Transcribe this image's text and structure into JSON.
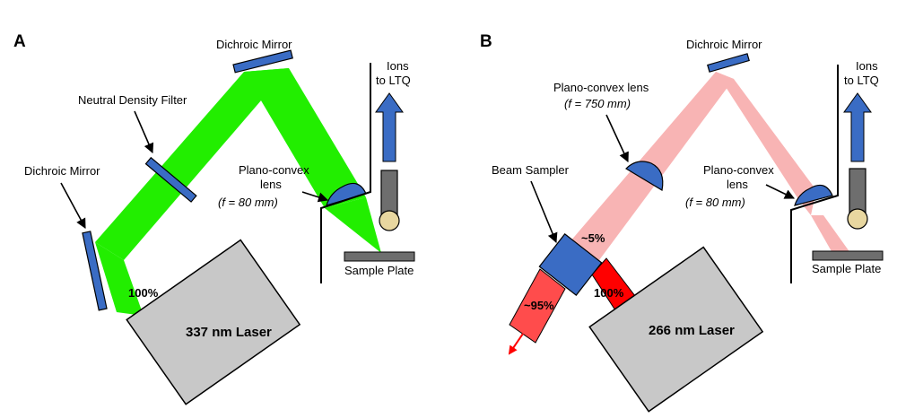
{
  "colors": {
    "green_beam": "#22ee00",
    "pink_beam": "#f8b4b4",
    "red_beam": "#ff0000",
    "optic_blue": "#3a6cc4",
    "laser_gray": "#c8c8c8",
    "sample_plate": "#6e6e6e",
    "tip_tan": "#e8d7a0"
  },
  "panel_a": {
    "label": "A",
    "dichroic_mirror_top": "Dichroic Mirror",
    "neutral_density_filter": "Neutral Density Filter",
    "dichroic_mirror_left": "Dichroic Mirror",
    "lens_line1": "Plano-convex",
    "lens_line2": "lens",
    "lens_focal": "(f = 80 mm)",
    "ions_line1": "Ions",
    "ions_line2": "to LTQ",
    "sample_plate": "Sample Plate",
    "percent": "100%",
    "laser": "337 nm Laser"
  },
  "panel_b": {
    "label": "B",
    "dichroic_mirror": "Dichroic Mirror",
    "lens1_line1": "Plano-convex lens",
    "lens1_focal": "(f = 750 mm)",
    "beam_sampler": "Beam Sampler",
    "lens2_line1": "Plano-convex",
    "lens2_line2": "lens",
    "lens2_focal": "(f = 80 mm)",
    "ions_line1": "Ions",
    "ions_line2": "to LTQ",
    "sample_plate": "Sample Plate",
    "pct_5": "~5%",
    "pct_95": "~95%",
    "pct_100": "100%",
    "laser": "266 nm Laser"
  }
}
